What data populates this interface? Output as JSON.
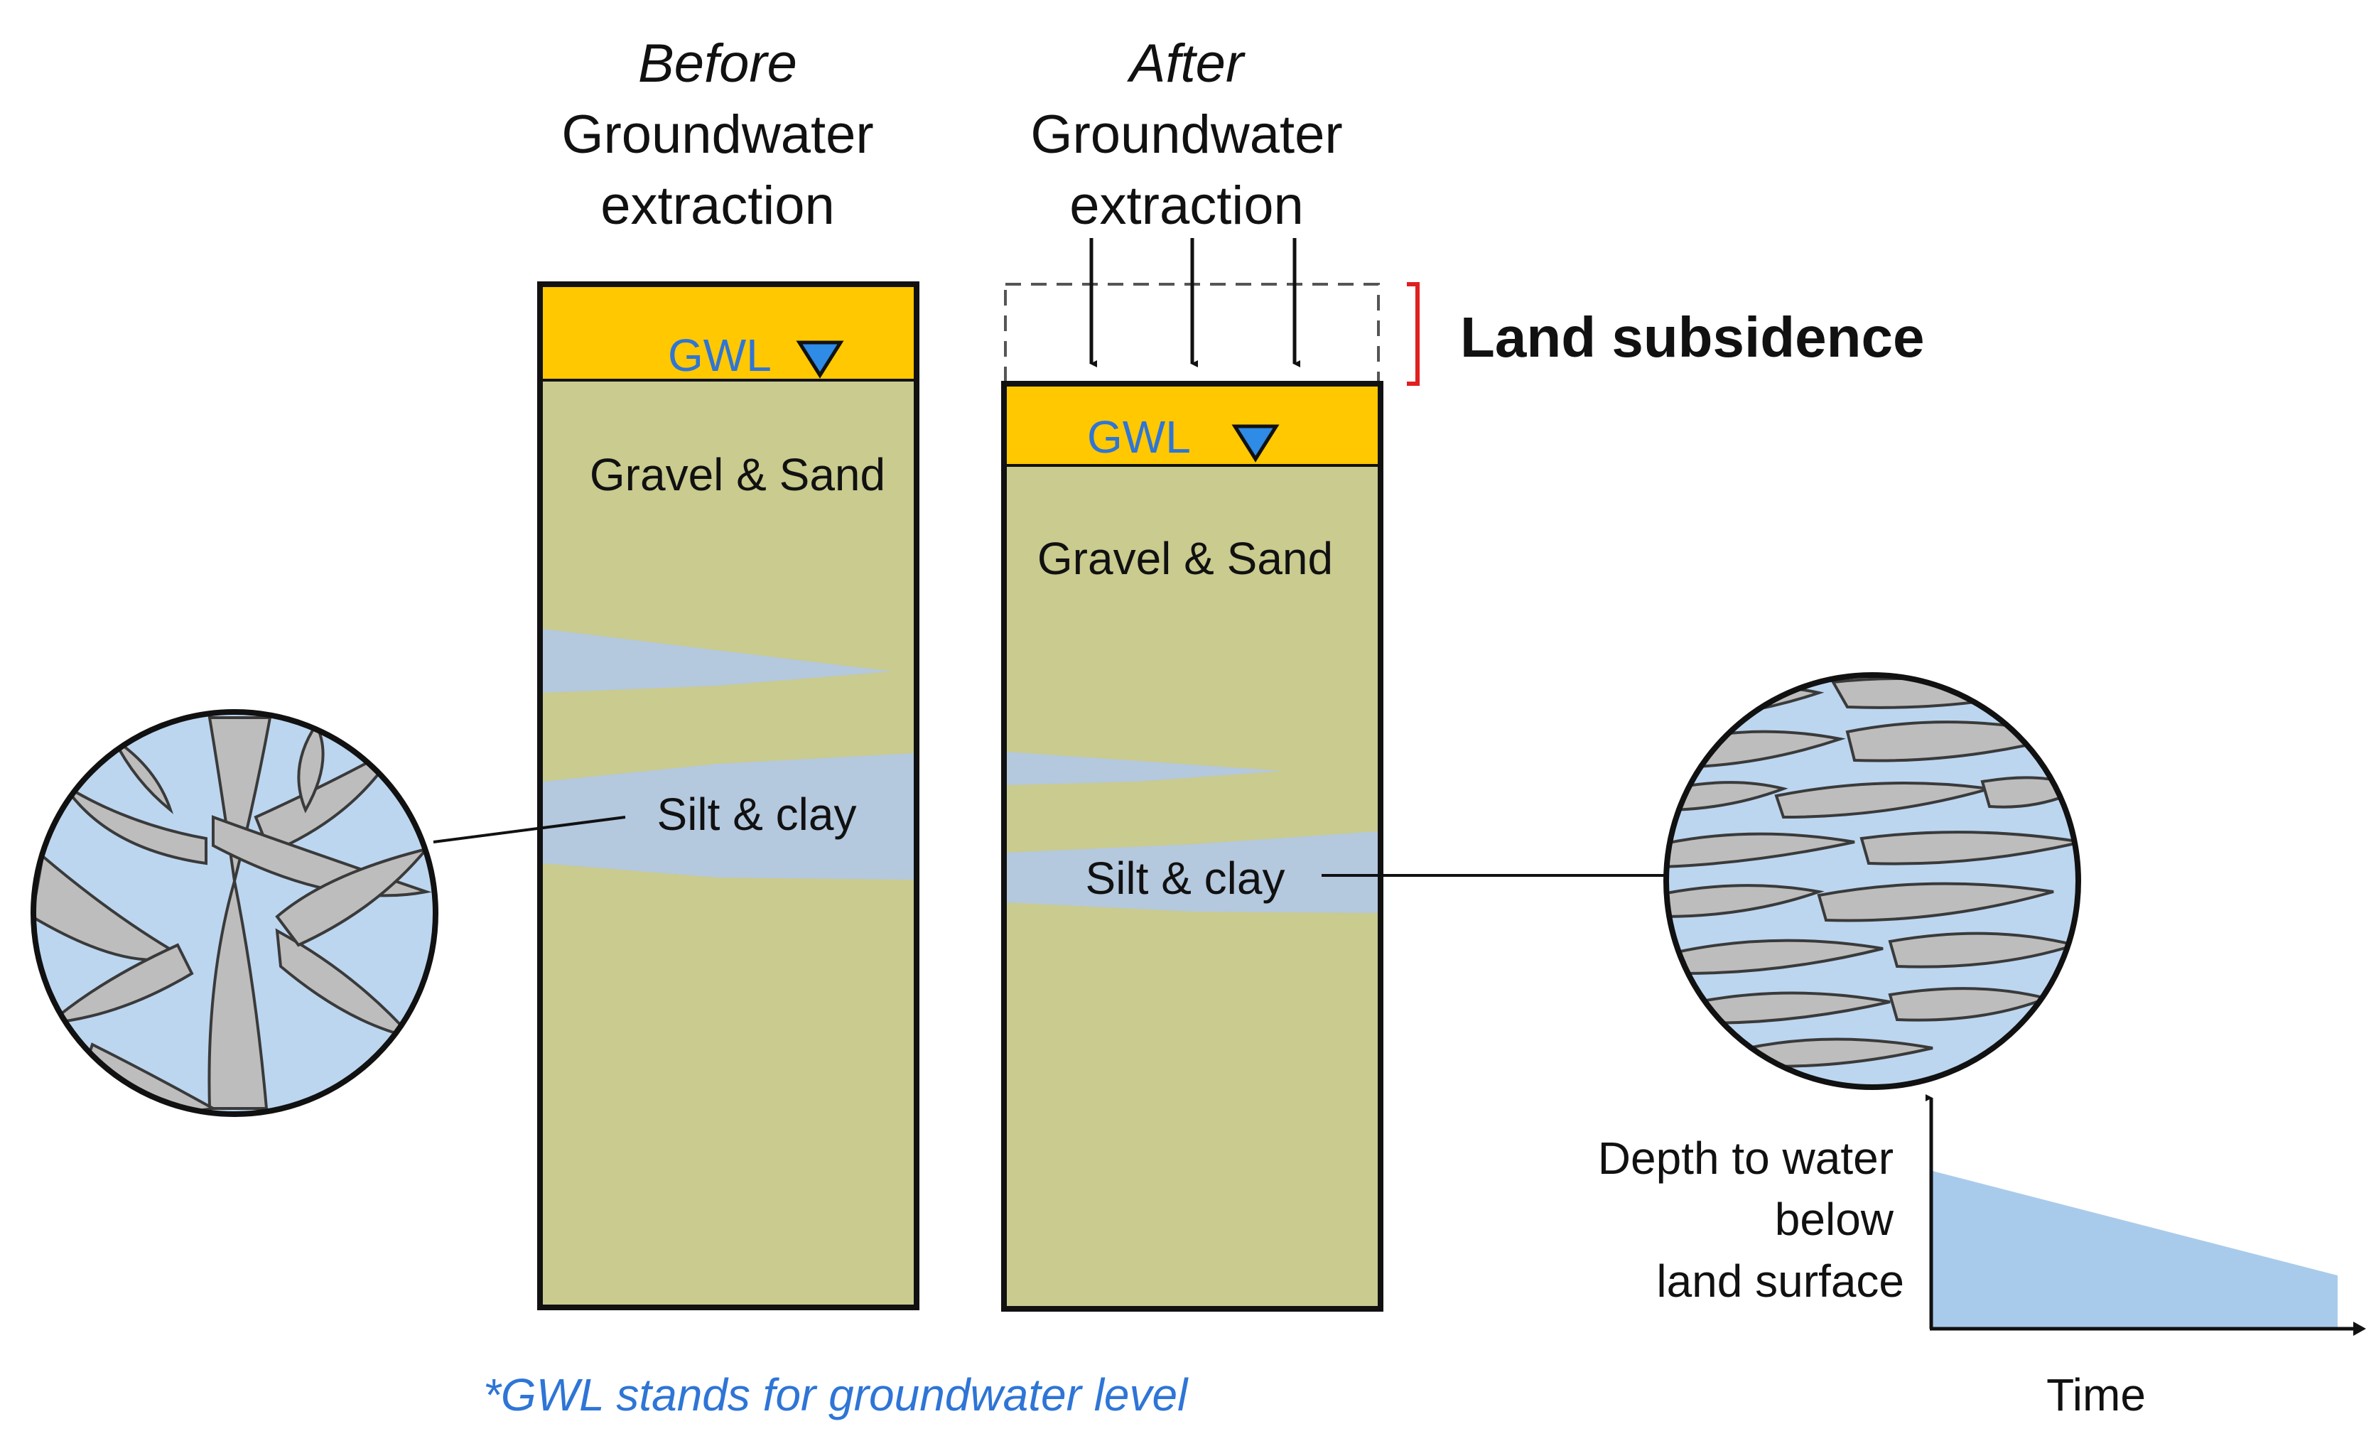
{
  "before": {
    "heading_italic": "Before",
    "heading_line2": "Groundwater",
    "heading_line3": "extraction",
    "gwl_label": "GWL",
    "gravel_label": "Gravel & Sand",
    "clay_label": "Silt & clay"
  },
  "after": {
    "heading_italic": "After",
    "heading_line2": "Groundwater",
    "heading_line3": "extraction",
    "gwl_label": "GWL",
    "gravel_label": "Gravel & Sand",
    "clay_label": "Silt & clay"
  },
  "subsidence_label": "Land subsidence",
  "footnote": "*GWL stands for groundwater level",
  "inset_chart": {
    "ylabel_line1": "Depth to water",
    "ylabel_line2": "below",
    "ylabel_line3": "land surface",
    "xlabel": "Time"
  },
  "colors": {
    "topsoil": "#FFC800",
    "gravel": "#C9CB8F",
    "clay": "#B4C8DE",
    "water": "#BCD6F0",
    "grain": "#BDBDBD",
    "gwl_text": "#2E75D6",
    "gwl_marker": "#2E8BE6",
    "subsidence_bracket": "#E02020",
    "footnote_text": "#2E75D6",
    "area_fill": "#A9CBEB"
  },
  "icons": {
    "gwl_marker": "down-triangle",
    "arrows": "down-arrow"
  }
}
